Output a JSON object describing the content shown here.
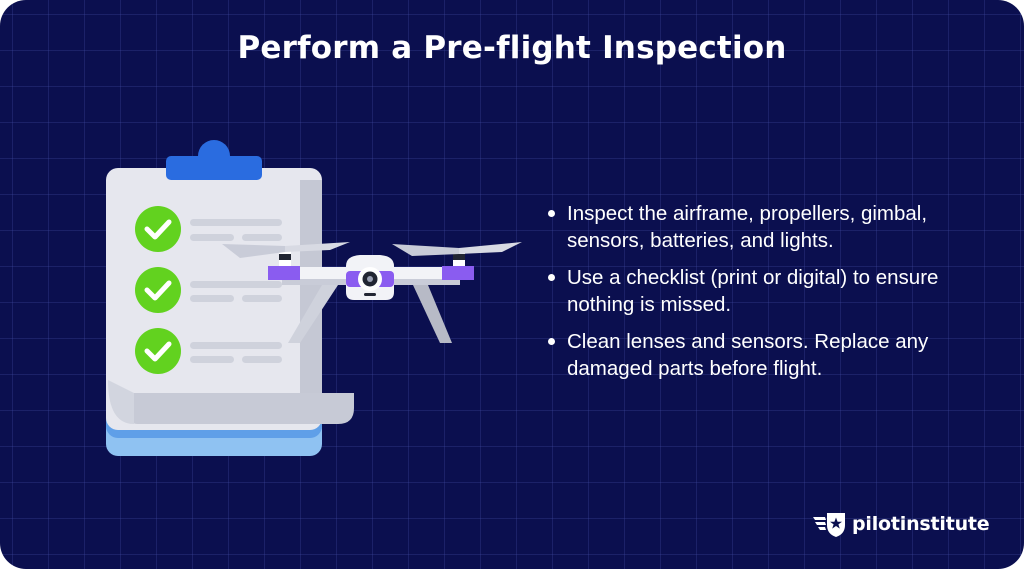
{
  "title": "Perform a Pre-flight Inspection",
  "bullets": [
    "Inspect the airframe, propellers, gimbal, sensors, batteries, and lights.",
    "Use a checklist (print or digital) to ensure nothing is missed.",
    "Clean lenses and sensors. Replace any damaged parts before flight."
  ],
  "logo": {
    "text": "pilotinstitute",
    "icon": "wing-star-badge-icon"
  },
  "checklist_items_checked": 3,
  "colors": {
    "background": "#0b0f4f",
    "check_green": "#62d21f",
    "clipboard_clip": "#2a6ce0",
    "drone_accent": "#8a5cf0",
    "text": "#ffffff"
  }
}
